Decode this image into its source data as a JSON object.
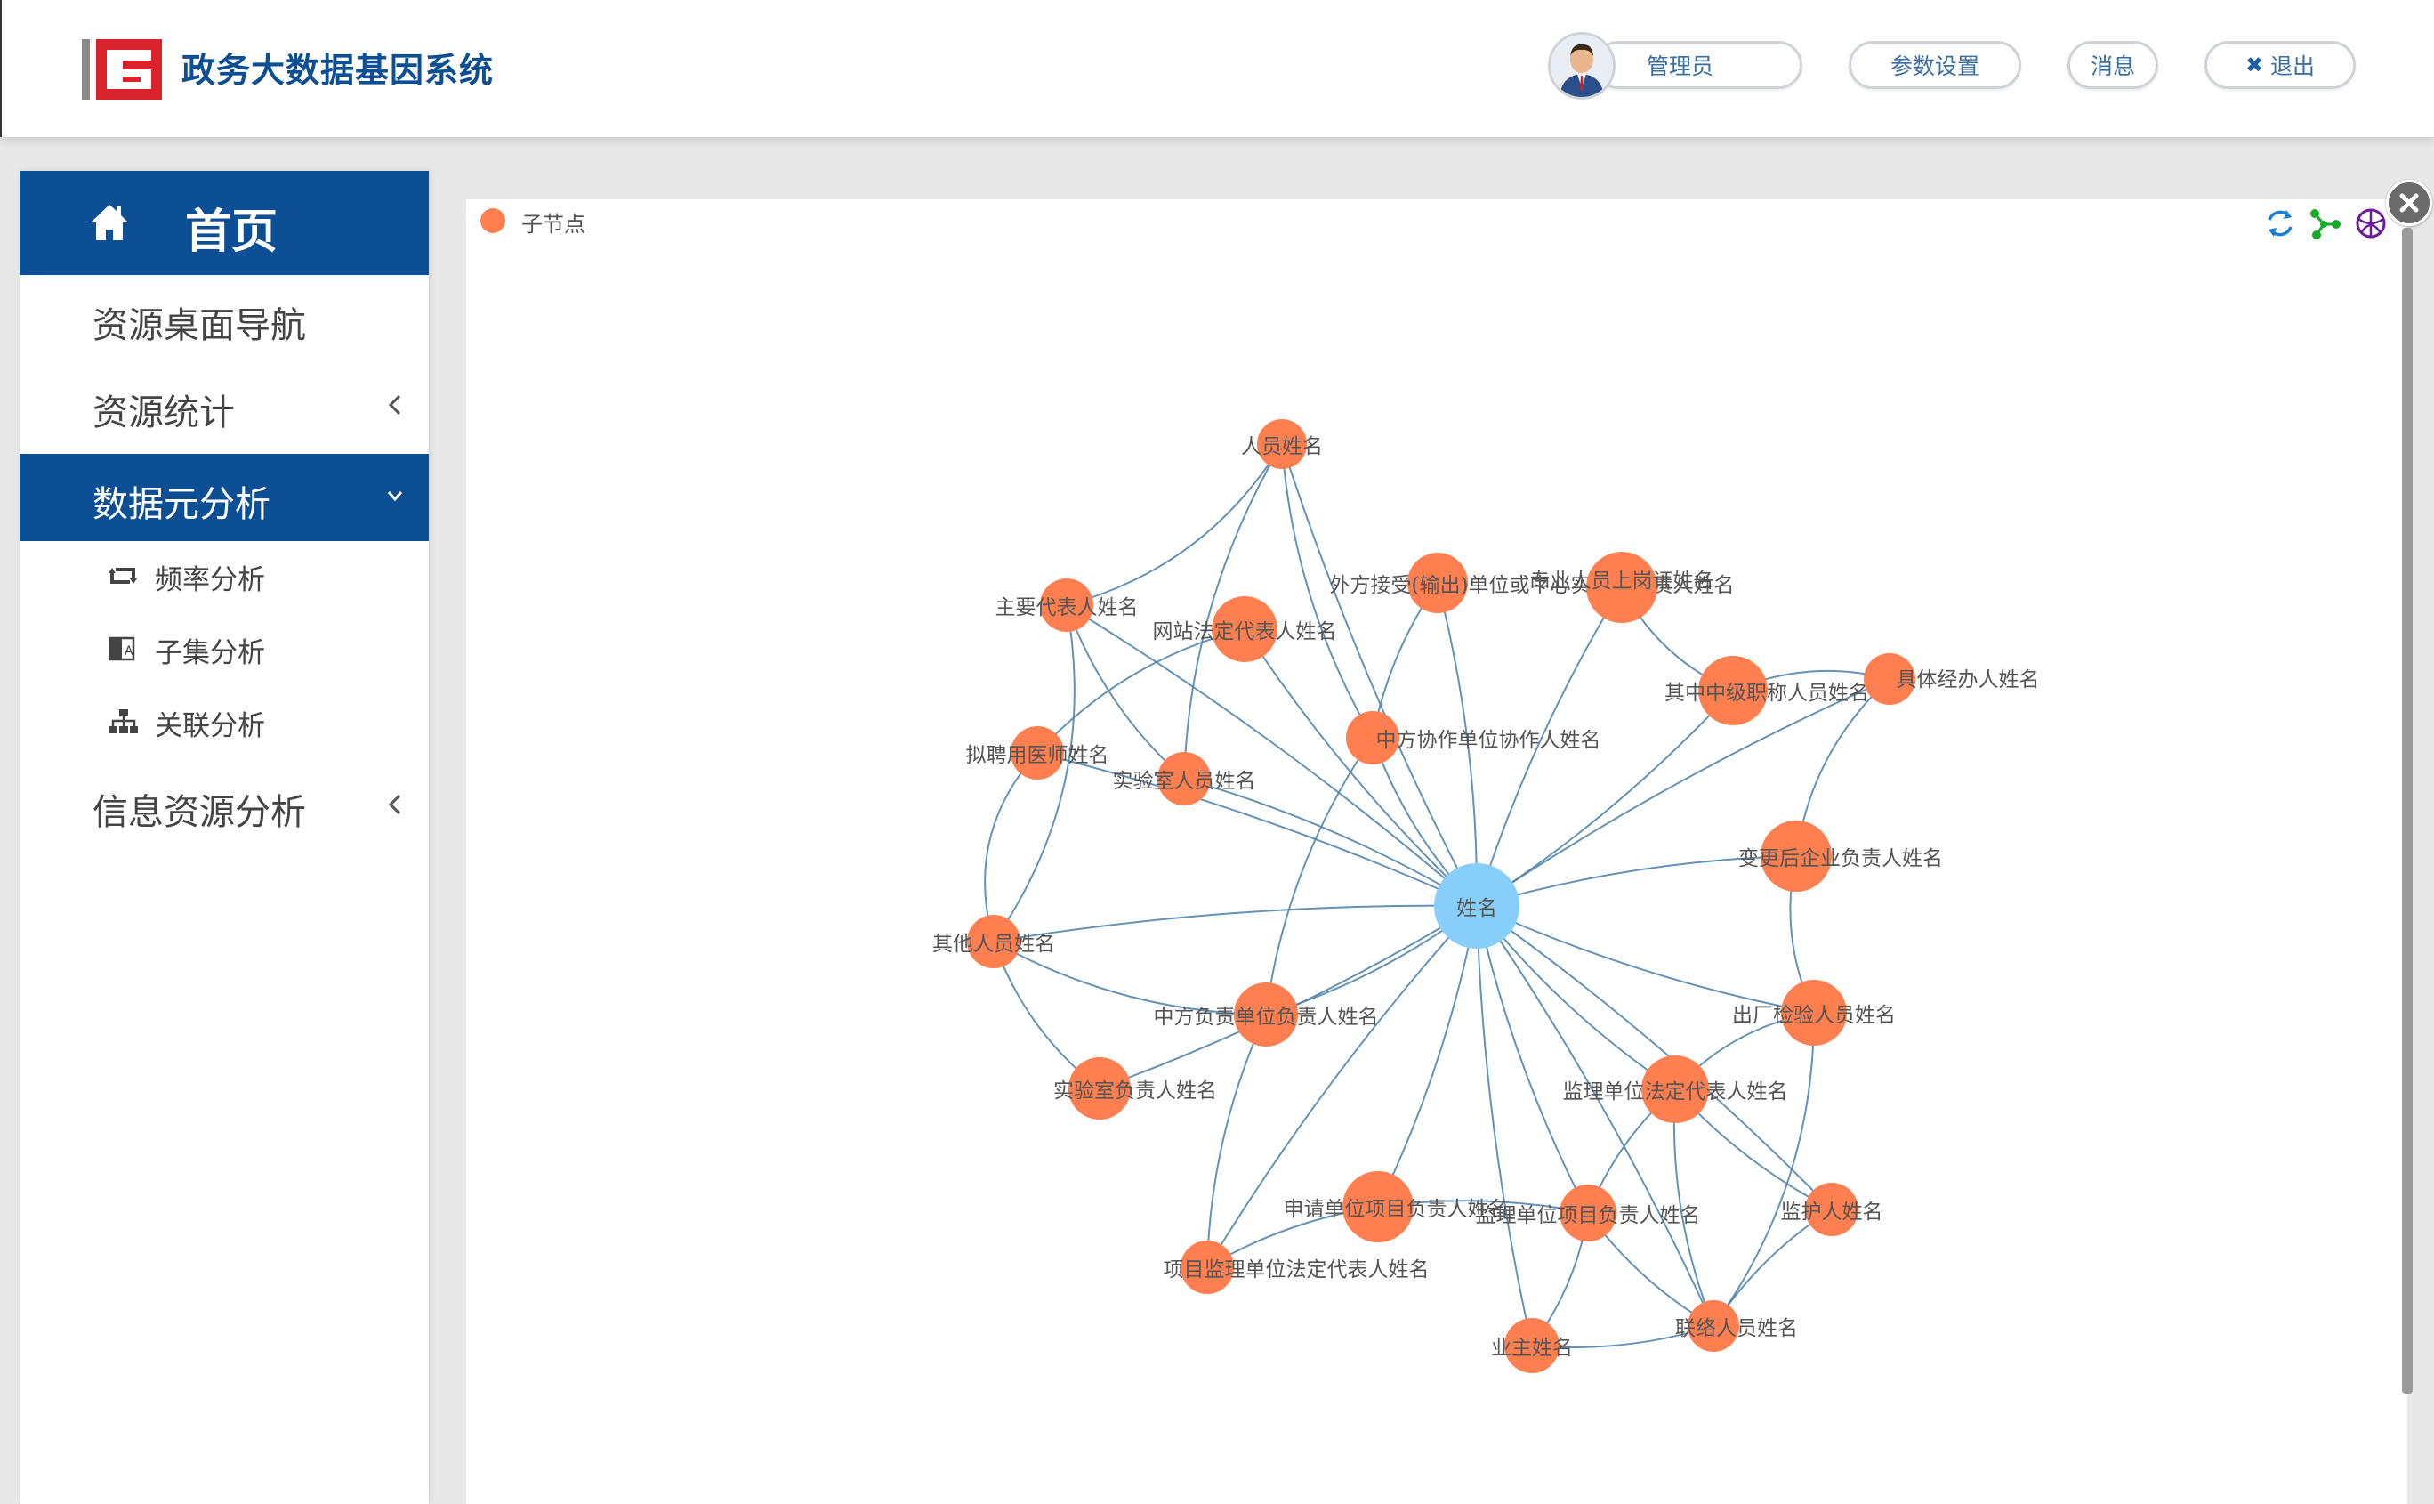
{
  "header": {
    "title": "政务大数据基因系统",
    "user_label": "管理员",
    "settings_label": "参数设置",
    "messages_label": "消息",
    "logout_label": "退出",
    "logout_glyph": "✖"
  },
  "sidebar": {
    "home_label": "首页",
    "items": [
      {
        "label": "资源桌面导航"
      },
      {
        "label": "资源统计"
      },
      {
        "label": "数据元分析"
      },
      {
        "label": "信息资源分析"
      }
    ],
    "sub_items": [
      {
        "label": "频率分析"
      },
      {
        "label": "子集分析"
      },
      {
        "label": "关联分析"
      }
    ]
  },
  "graph": {
    "legend_label": "子节点",
    "colors": {
      "center": "#87cefa",
      "child": "#ff7f50",
      "edge": "#4a7fa8",
      "brand": "#0c4f94",
      "logo": "#d9232d"
    },
    "center": {
      "name": "姓名"
    },
    "nodes": [
      {
        "name": "人员姓名"
      },
      {
        "name": "主要代表人姓名"
      },
      {
        "name": "网站法定代表人姓名"
      },
      {
        "name": "外方接受(输出)单位或中心实验室负责人姓名"
      },
      {
        "name": "专业人员上岗证姓名"
      },
      {
        "name": "其中中级职称人员姓名"
      },
      {
        "name": "具体经办人姓名"
      },
      {
        "name": "拟聘用医师姓名"
      },
      {
        "name": "中方协作单位协作人姓名"
      },
      {
        "name": "实验室人员姓名"
      },
      {
        "name": "变更后企业负责人姓名"
      },
      {
        "name": "其他人员姓名"
      },
      {
        "name": "中方负责单位负责人姓名"
      },
      {
        "name": "出厂检验人员姓名"
      },
      {
        "name": "实验室负责人姓名"
      },
      {
        "name": "监理单位法定代表人姓名"
      },
      {
        "name": "申请单位项目负责人姓名"
      },
      {
        "name": "监理单位项目负责人姓名"
      },
      {
        "name": "监护人姓名"
      },
      {
        "name": "项目监理单位法定代表人姓名"
      },
      {
        "name": "联络人员姓名"
      },
      {
        "name": "业主姓名"
      }
    ]
  }
}
